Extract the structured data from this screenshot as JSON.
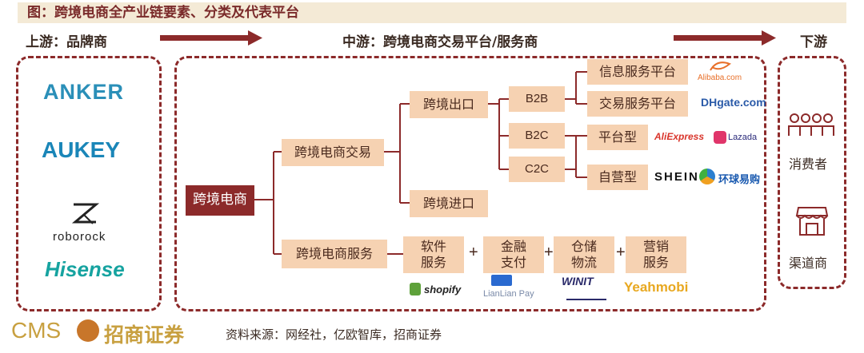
{
  "title": "图：跨境电商全产业链要素、分类及代表平台",
  "sections": {
    "upstream": "上游：品牌商",
    "midstream": "中游：跨境电商交易平台/服务商",
    "downstream": "下游"
  },
  "brands": [
    "ANKER",
    "AUKEY",
    "roborock",
    "Hisense"
  ],
  "nodes": {
    "root": "跨境电商",
    "trade": "跨境电商交易",
    "service": "跨境电商服务",
    "export": "跨境出口",
    "import": "跨境进口",
    "b2b": "B2B",
    "b2c": "B2C",
    "c2c": "C2C",
    "info_platform": "信息服务平台",
    "trade_platform": "交易服务平台",
    "platform_type": "平台型",
    "self_run": "自营型"
  },
  "services": [
    {
      "line1": "软件",
      "line2": "服务"
    },
    {
      "line1": "金融",
      "line2": "支付"
    },
    {
      "line1": "仓储",
      "line2": "物流"
    },
    {
      "line1": "营销",
      "line2": "服务"
    }
  ],
  "platform_logos": {
    "alibaba": "Alibaba.com",
    "dhgate": "DHgate.com",
    "aliexpress": "AliExpress",
    "lazada": "Lazada",
    "shein": "SHEIN",
    "globalegrow": "环球易购",
    "shopify": "shopify",
    "lianlian": "LianLian Pay",
    "wint": "WINIT",
    "yeahmobi": "Yeahmobi"
  },
  "downstream_items": [
    "消费者",
    "渠道商"
  ],
  "footer": {
    "brand": "CMS",
    "company": "招商证券",
    "source": "资料来源：网经社，亿欧智库，招商证券"
  },
  "colors": {
    "accent": "#8c2a2a",
    "box": "#f6d2b2",
    "title_bg": "#f4ead6"
  }
}
